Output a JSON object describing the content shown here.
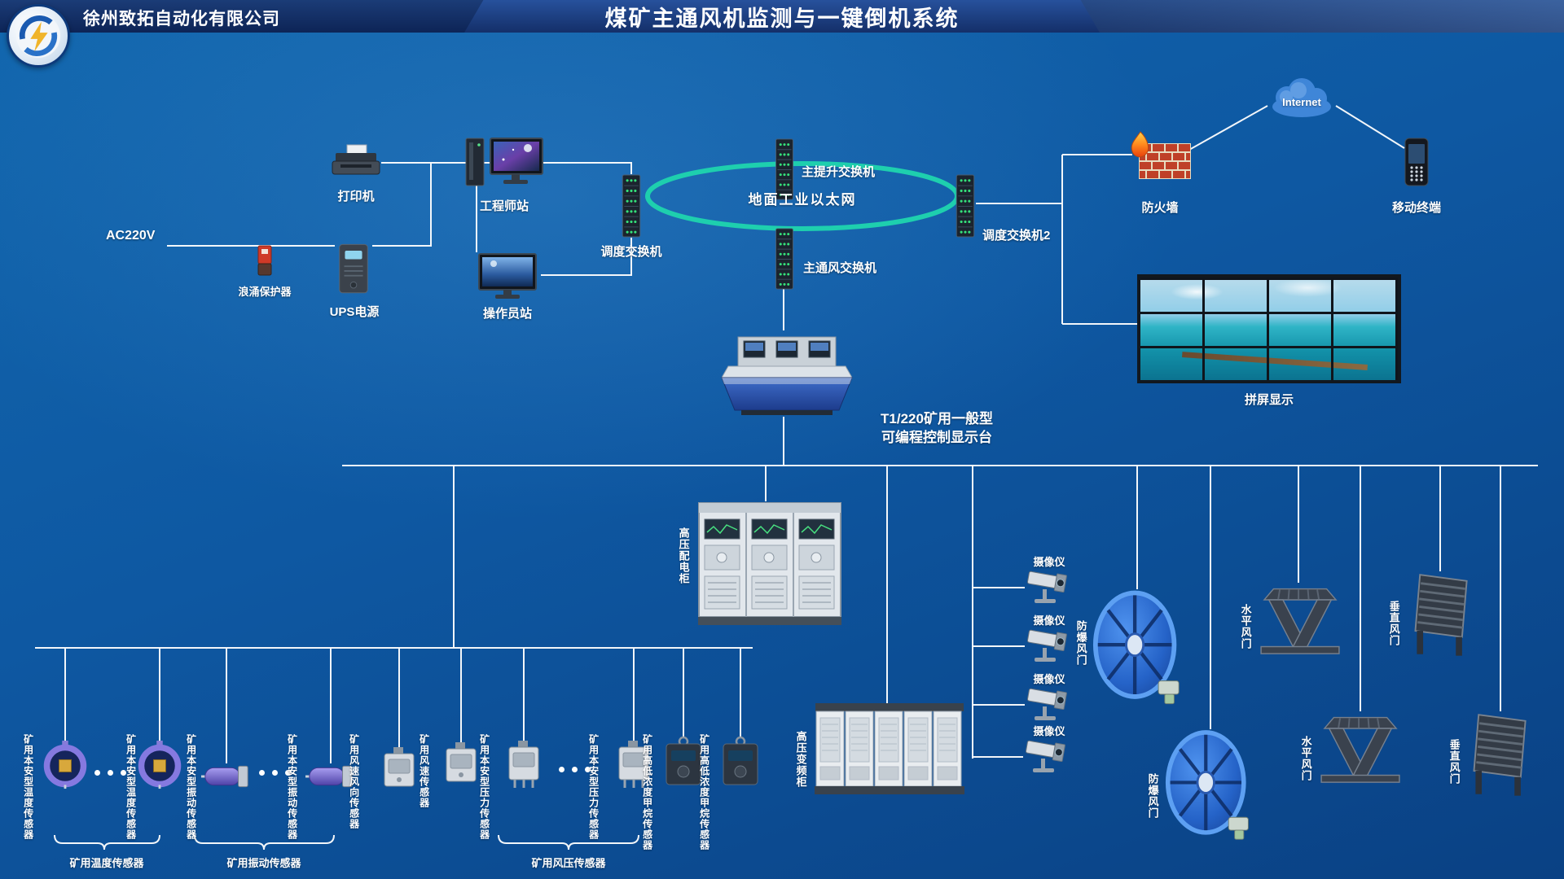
{
  "header": {
    "company": "徐州致拓自动化有限公司",
    "title": "煤矿主通风机监测与一键倒机系统"
  },
  "colors": {
    "ring_teal": "#1ecfae",
    "line_white": "#ffffff",
    "background_blue": "#0d539c",
    "header_navy": "#122f63",
    "firewall_brick": "#bf4028",
    "damper_blue": "#2563c8"
  },
  "top": {
    "ac220v": "AC220V",
    "surge": "浪涌保护器",
    "ups": "UPS电源",
    "printer": "打印机",
    "engineer": "工程师站",
    "operator": "操作员站",
    "dispatch_switch": "调度交换机",
    "ethernet": "地面工业以太网",
    "hoist_switch": "主提升交换机",
    "vent_switch": "主通风交换机",
    "dispatch_switch2": "调度交换机2",
    "firewall": "防火墙",
    "internet": "Internet",
    "mobile": "移动终端",
    "videowall": "拼屏显示",
    "console_line1": "T1/220矿用一般型",
    "console_line2": "可编程控制显示台"
  },
  "mid": {
    "hv_dist": "高压配电柜",
    "hv_vfd": "高压变频柜",
    "camera": "摄像仪",
    "damper": "防爆风门",
    "hdoor": "水平风门",
    "vdoor": "垂直风门"
  },
  "sensors": {
    "items": [
      "矿用本安型温度传感器",
      "矿用本安型温度传感器",
      "矿用本安型振动传感器",
      "矿用本安型振动传感器",
      "矿用风速风向传感器",
      "矿用风速传感器",
      "矿用本安型压力传感器",
      "矿用本安型压力传感器",
      "矿用高低浓度甲烷传感器",
      "矿用高低浓度甲烷传感器"
    ],
    "groups": [
      "矿用温度传感器",
      "矿用振动传感器",
      "矿用风压传感器"
    ]
  }
}
